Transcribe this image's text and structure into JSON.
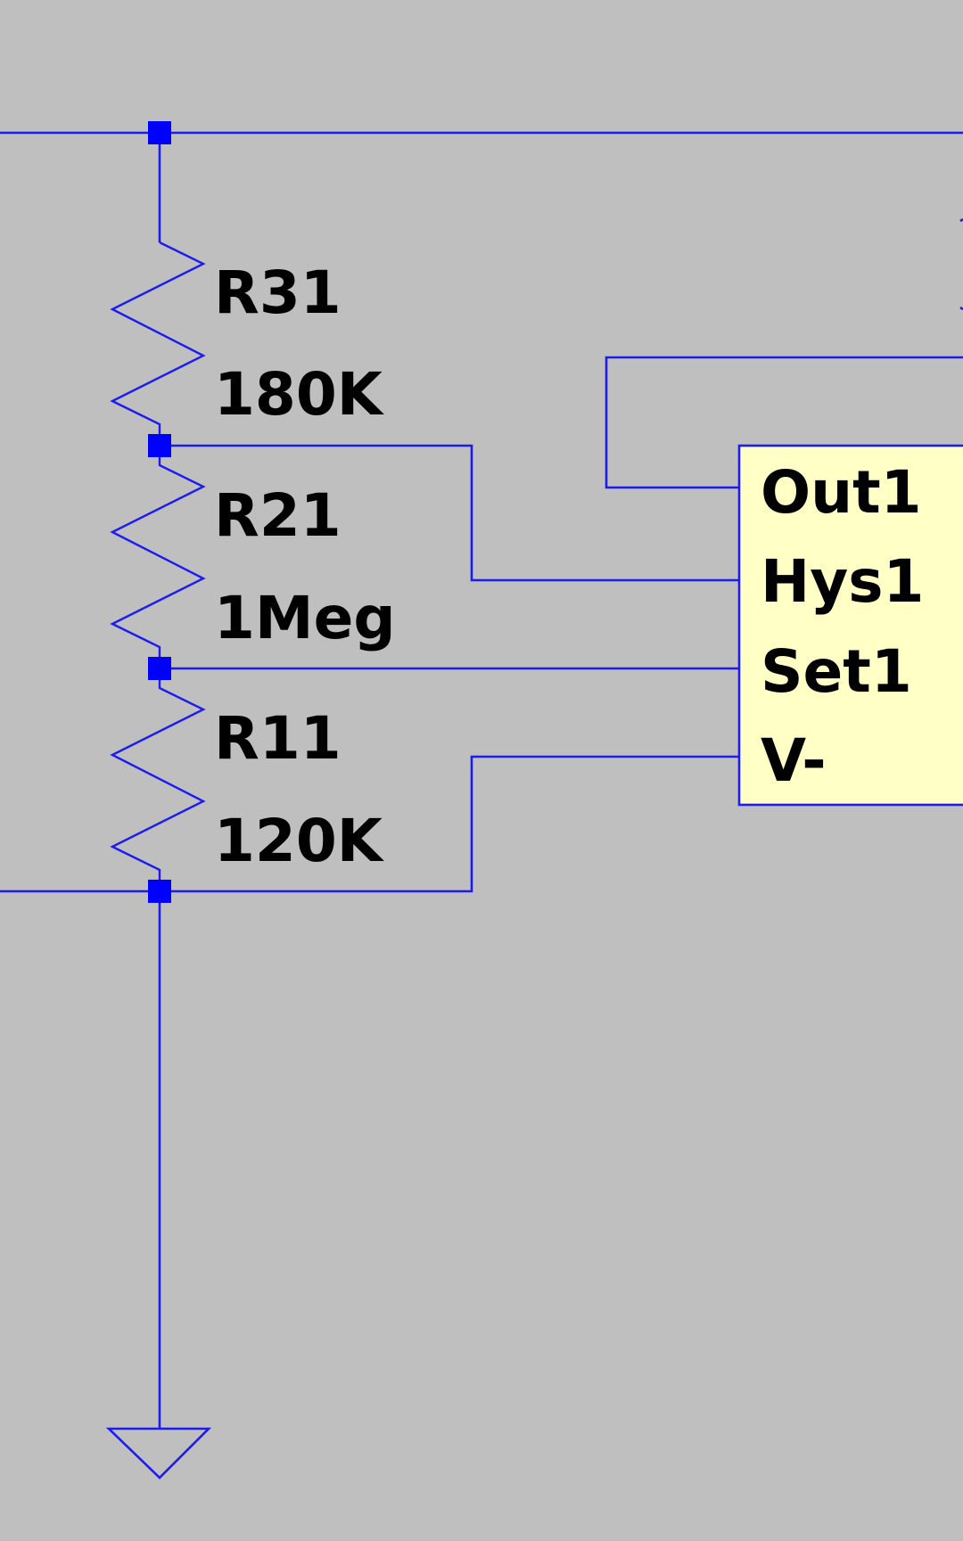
{
  "colors": {
    "background": "#bfbfbf",
    "wire": "#1c1cf0",
    "junction": "#0000ff",
    "block_fill": "#ffffc6",
    "text": "#000000"
  },
  "resistors": [
    {
      "ref": "R31",
      "value": "180K"
    },
    {
      "ref": "R21",
      "value": "1Meg"
    },
    {
      "ref": "R11",
      "value": "120K"
    }
  ],
  "comparator_block": {
    "pins": [
      "Out1",
      "Hys1",
      "Set1",
      "V-"
    ]
  },
  "icons": {
    "ground": "ground-icon",
    "junction": "junction-dot"
  }
}
